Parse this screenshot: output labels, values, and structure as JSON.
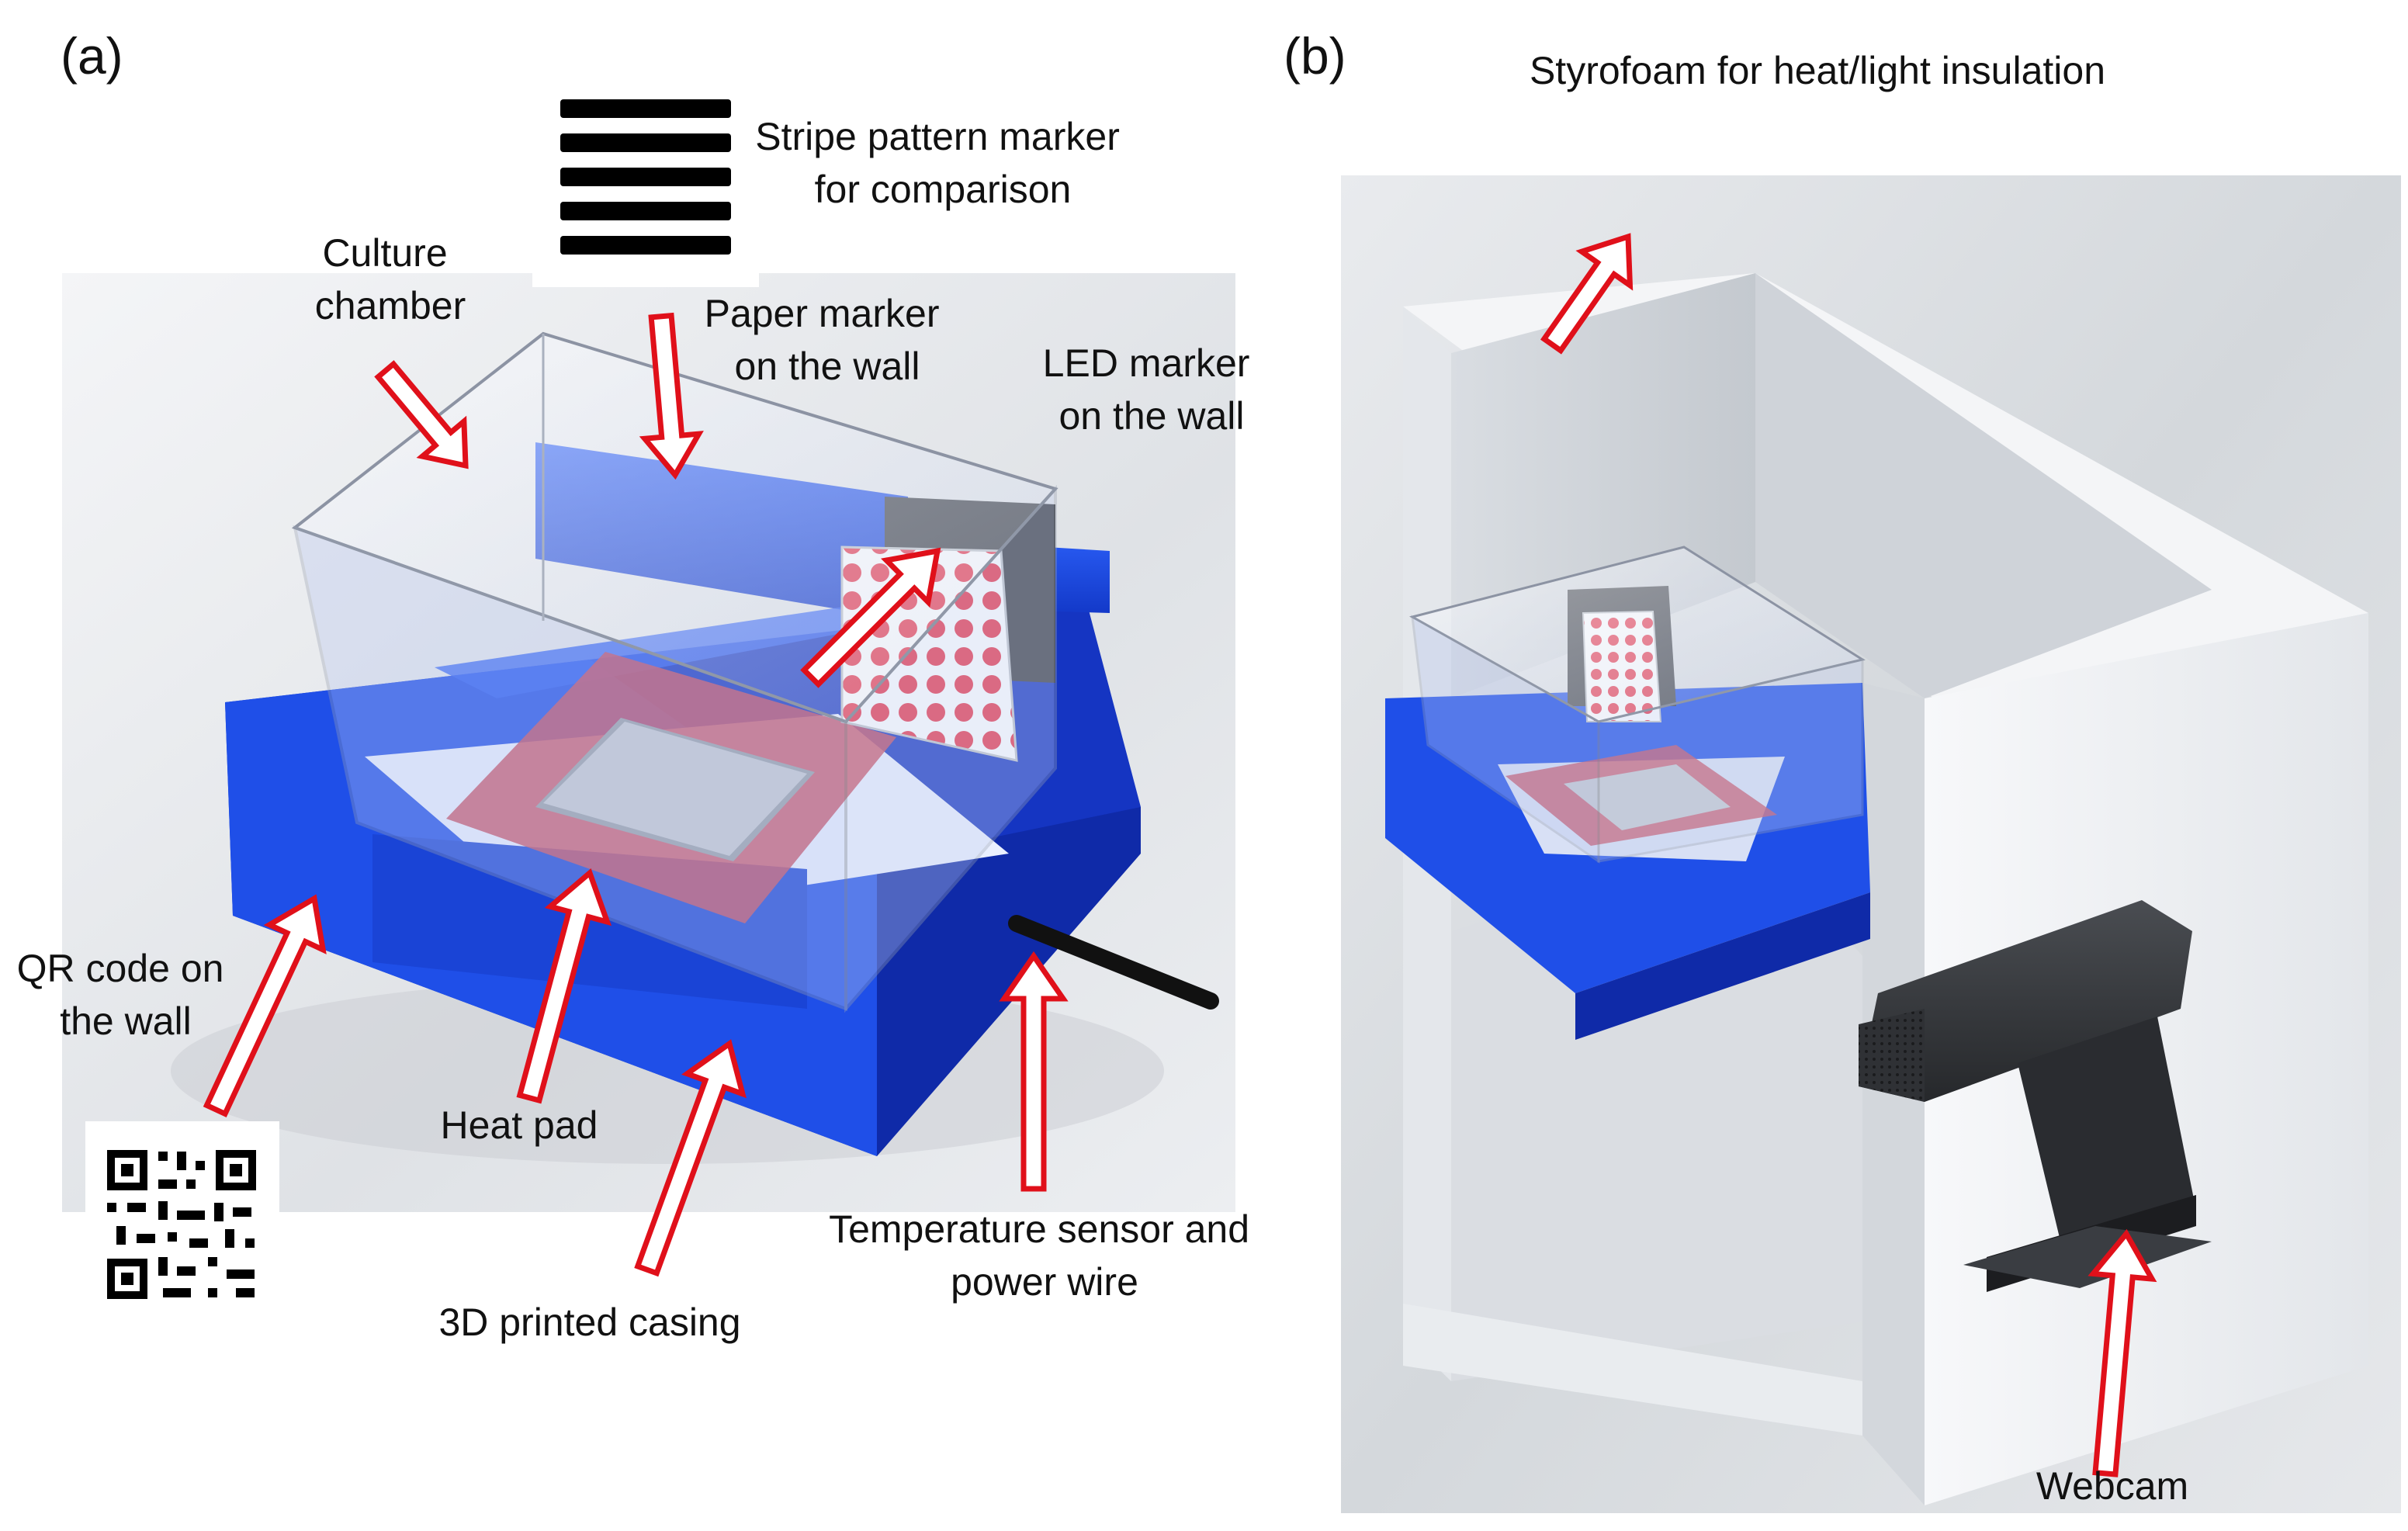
{
  "panels": {
    "a": {
      "label": "(a)"
    },
    "b": {
      "label": "(b)"
    }
  },
  "labels": {
    "stripe_marker": [
      "Stripe pattern marker",
      "for comparison"
    ],
    "culture_chamber": [
      "Culture",
      "chamber"
    ],
    "paper_marker": [
      "Paper marker",
      "on the wall"
    ],
    "led_marker": [
      "LED marker",
      "on the wall"
    ],
    "qr_code": [
      "QR code on",
      "the wall"
    ],
    "heat_pad": [
      "Heat pad"
    ],
    "casing": [
      "3D printed casing"
    ],
    "temp_sensor": [
      "Temperature sensor and",
      "power wire"
    ],
    "styrofoam": [
      "Styrofoam for heat/light insulation"
    ],
    "webcam": [
      "Webcam"
    ]
  },
  "colors": {
    "casing_blue": "#1f4fe8",
    "arrow_red": "#e0101a",
    "led_red": "#e8344a",
    "heat_pad": "#c8485a",
    "styrofoam": "#eef0f3"
  }
}
